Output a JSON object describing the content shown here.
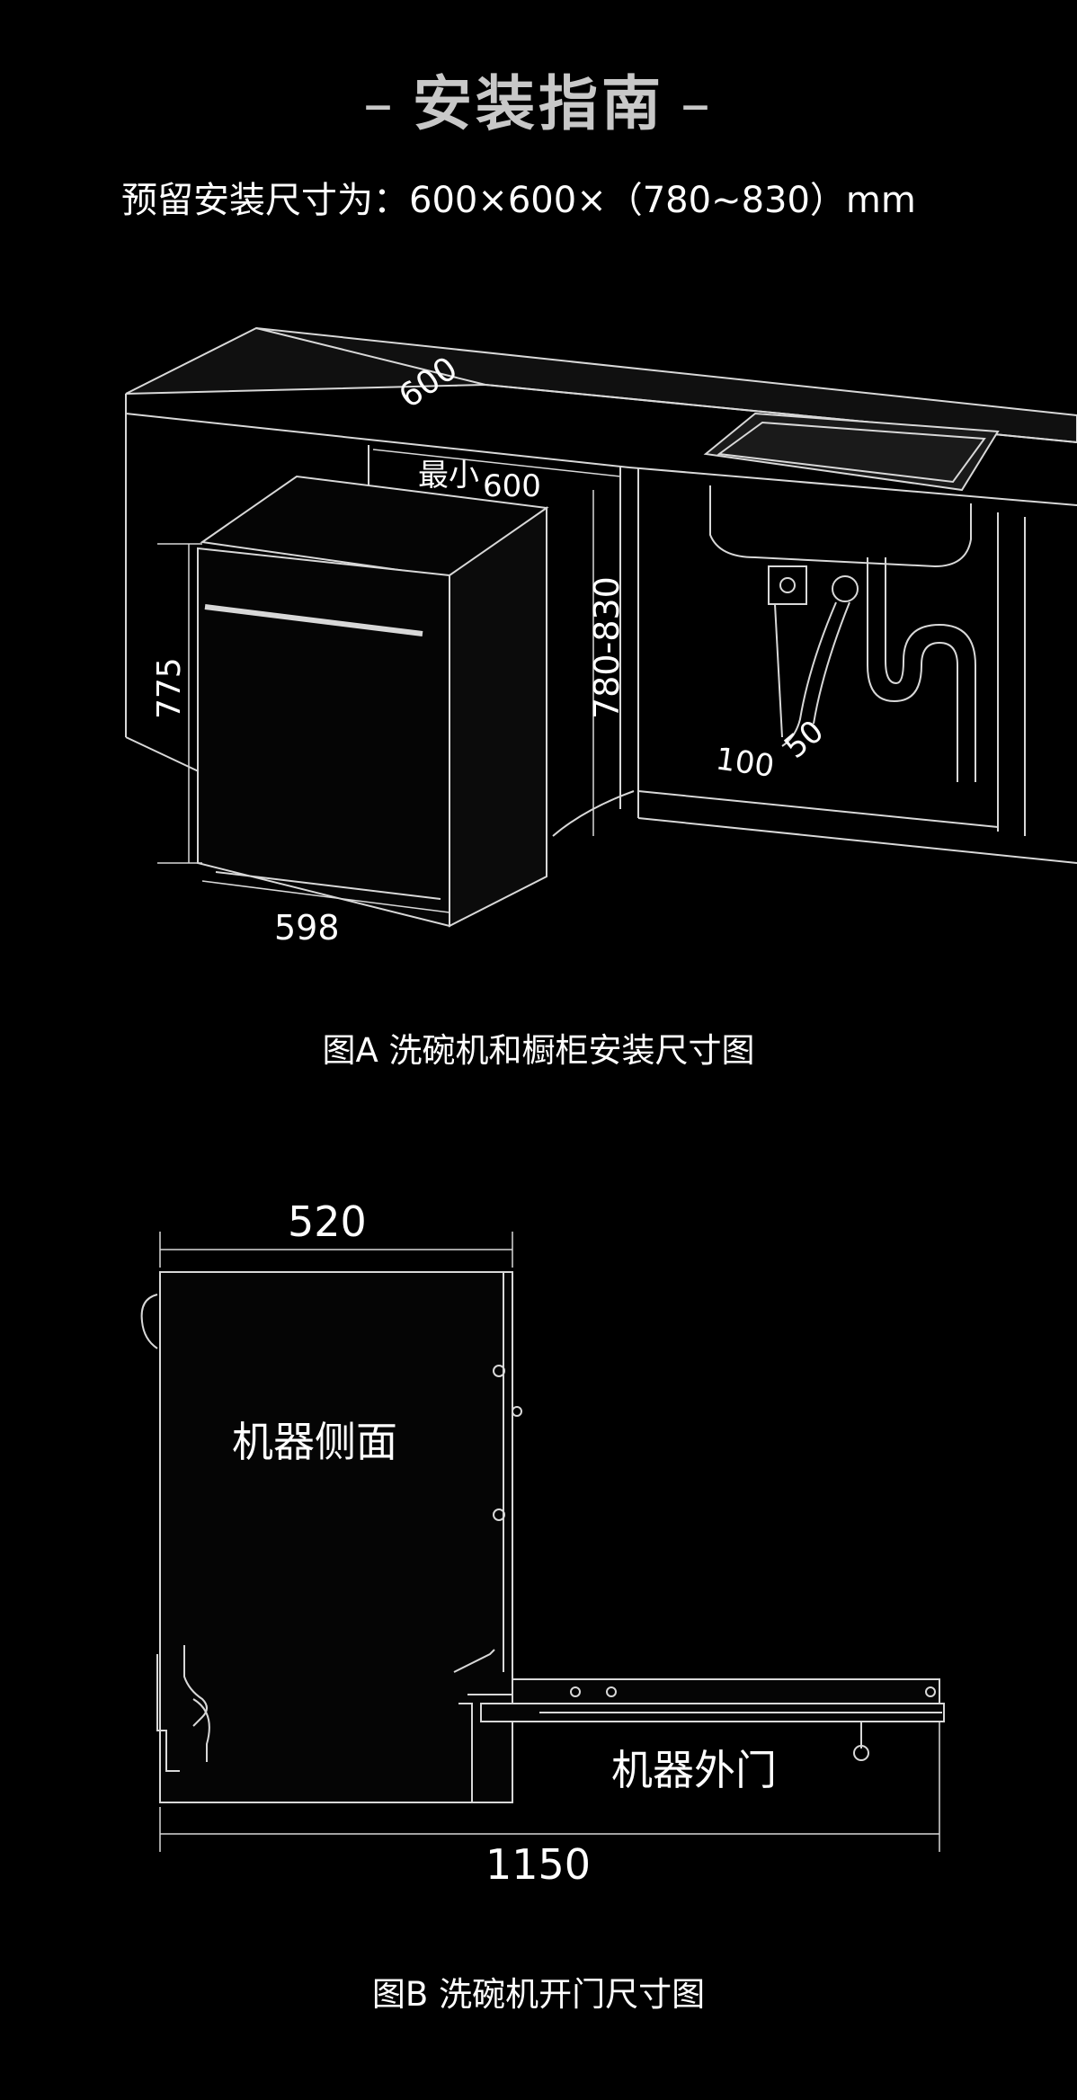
{
  "header": {
    "title": "安装指南",
    "dash": "–",
    "subtitle": "预留安装尺寸为：600×600×（780~830）mm"
  },
  "figure_a": {
    "caption": "图A 洗碗机和橱柜安装尺寸图",
    "labels": {
      "depth": "600",
      "min_width_prefix": "最小",
      "min_width": "600",
      "height_range": "780-830",
      "machine_height": "775",
      "machine_width": "598",
      "hose_100": "100",
      "hose_50": "50"
    }
  },
  "figure_b": {
    "caption": "图B 洗碗机开门尺寸图",
    "labels": {
      "depth": "520",
      "side_label": "机器侧面",
      "door_label": "机器外门",
      "open_length": "1150"
    }
  }
}
